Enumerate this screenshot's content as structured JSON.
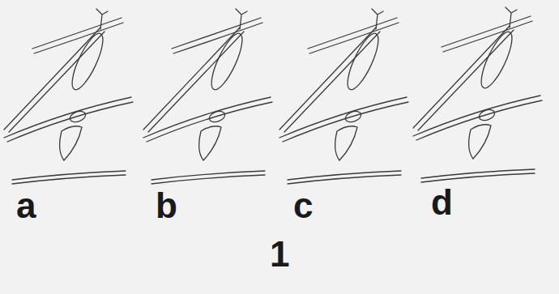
{
  "diagram": {
    "labels": [
      "a",
      "b",
      "c",
      "d",
      "1"
    ]
  }
}
